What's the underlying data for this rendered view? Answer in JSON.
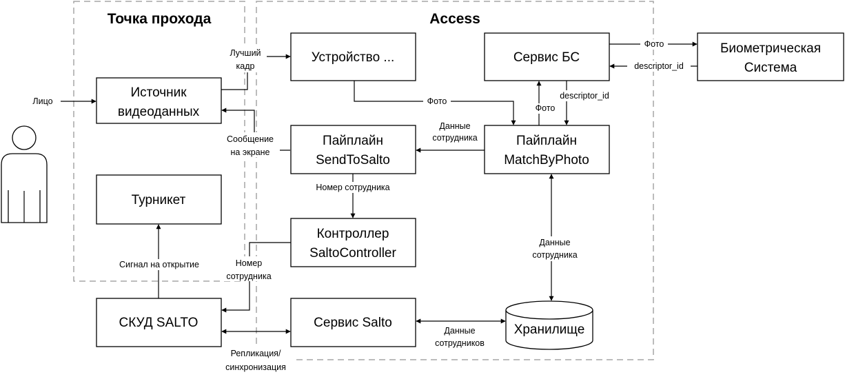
{
  "groups": {
    "entry_point": "Точка прохода",
    "access": "Access"
  },
  "nodes": {
    "video_source": [
      "Источник",
      "видеоданных"
    ],
    "turnstile": "Турникет",
    "device": "Устройство ...",
    "bs_service": "Сервис БС",
    "biometric_system": [
      "Биометрическая",
      "Система"
    ],
    "pipeline_send": [
      "Пайплайн",
      "SendToSalto"
    ],
    "pipeline_match": [
      "Пайплайн",
      "MatchByPhoto"
    ],
    "controller": [
      "Контроллер",
      "SaltoController"
    ],
    "skud": "СКУД SALTO",
    "salto_service": "Сервис Salto",
    "storage": "Хранилище"
  },
  "edges": {
    "face": "Лицо",
    "best_frame": [
      "Лучший",
      "кадр"
    ],
    "screen_message": [
      "Сообщение",
      "на экране"
    ],
    "photo_device_match": "Фото",
    "photo_bs_bio": "Фото",
    "descriptor_bio_bs": "descriptor_id",
    "photo_match_bs": "Фото",
    "descriptor_bs_match": "descriptor_id",
    "employee_data_match_send": [
      "Данные",
      "сотрудника"
    ],
    "employee_number_send_ctrl": "Номер сотрудника",
    "employee_number_ctrl_skud": [
      "Номер",
      "сотрудника"
    ],
    "open_signal": "Сигнал на открытие",
    "employee_data_storage": [
      "Данные",
      "сотрудника"
    ],
    "replication": [
      "Репликация/",
      "синхронизация"
    ],
    "employees_data_salto_storage": [
      "Данные",
      "сотрудников"
    ]
  }
}
